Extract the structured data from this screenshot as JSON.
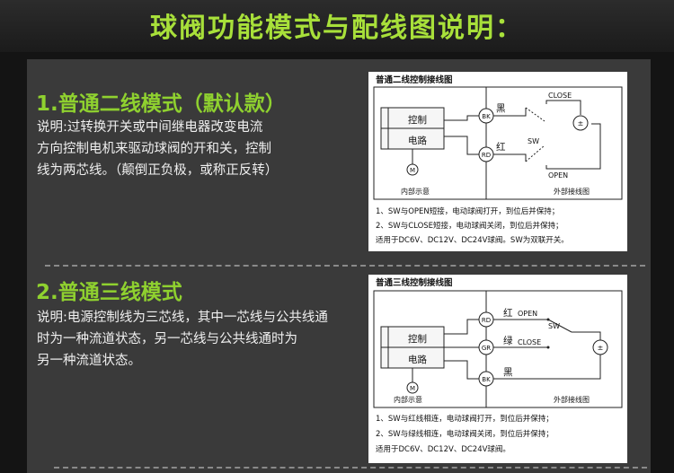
{
  "header": {
    "title": "球阀功能模式与配线图说明："
  },
  "section1": {
    "title": "1.普通二线模式（默认款）",
    "desc": [
      "说明:过转换开关或中间继电器改变电流",
      "方向控制电机来驱动球阀的开和关，控制",
      "线为两芯线。（颠倒正负极，或称正反转）"
    ],
    "diagram": {
      "title": "普通二线控制接线图",
      "ctrl": "控制",
      "circuit": "电路",
      "motor": "M",
      "inner": "内部示意",
      "outer": "外部接线图",
      "bk": "BK",
      "rd": "RD",
      "black": "黑",
      "red": "红",
      "close": "CLOSE",
      "open": "OPEN",
      "sw": "SW",
      "pm": "±",
      "notes": [
        "1、SW与OPEN短接，电动球阀打开，到位后并保持；",
        "2、SW与CLOSE短接，电动球阀关闭，到位后并保持；",
        "适用于DC6V、DC12V、DC24V球阀。SW为双联开关。"
      ]
    }
  },
  "section2": {
    "title": "2.普通三线模式",
    "desc": [
      "说明:电源控制线为三芯线，其中一芯线与公共线通",
      "时为一种流道状态，另一芯线与公共线通时为",
      "另一种流道状态。"
    ],
    "diagram": {
      "title": "普通三线控制接线图",
      "ctrl": "控制",
      "circuit": "电路",
      "motor": "M",
      "inner": "内部示意",
      "outer": "外部接线图",
      "rd": "RD",
      "gr": "GR",
      "bk": "BK",
      "red": "红",
      "green": "绿",
      "black": "黑",
      "open": "OPEN",
      "close": "CLOSE",
      "sw": "SW",
      "pm": "±",
      "notes": [
        "1、SW与红线相连，电动球阀打开，到位后并保持；",
        "2、SW与绿线相连，电动球阀关闭，到位后并保持；",
        "适用于DC6V、DC12V、DC24V球阀。"
      ]
    }
  }
}
